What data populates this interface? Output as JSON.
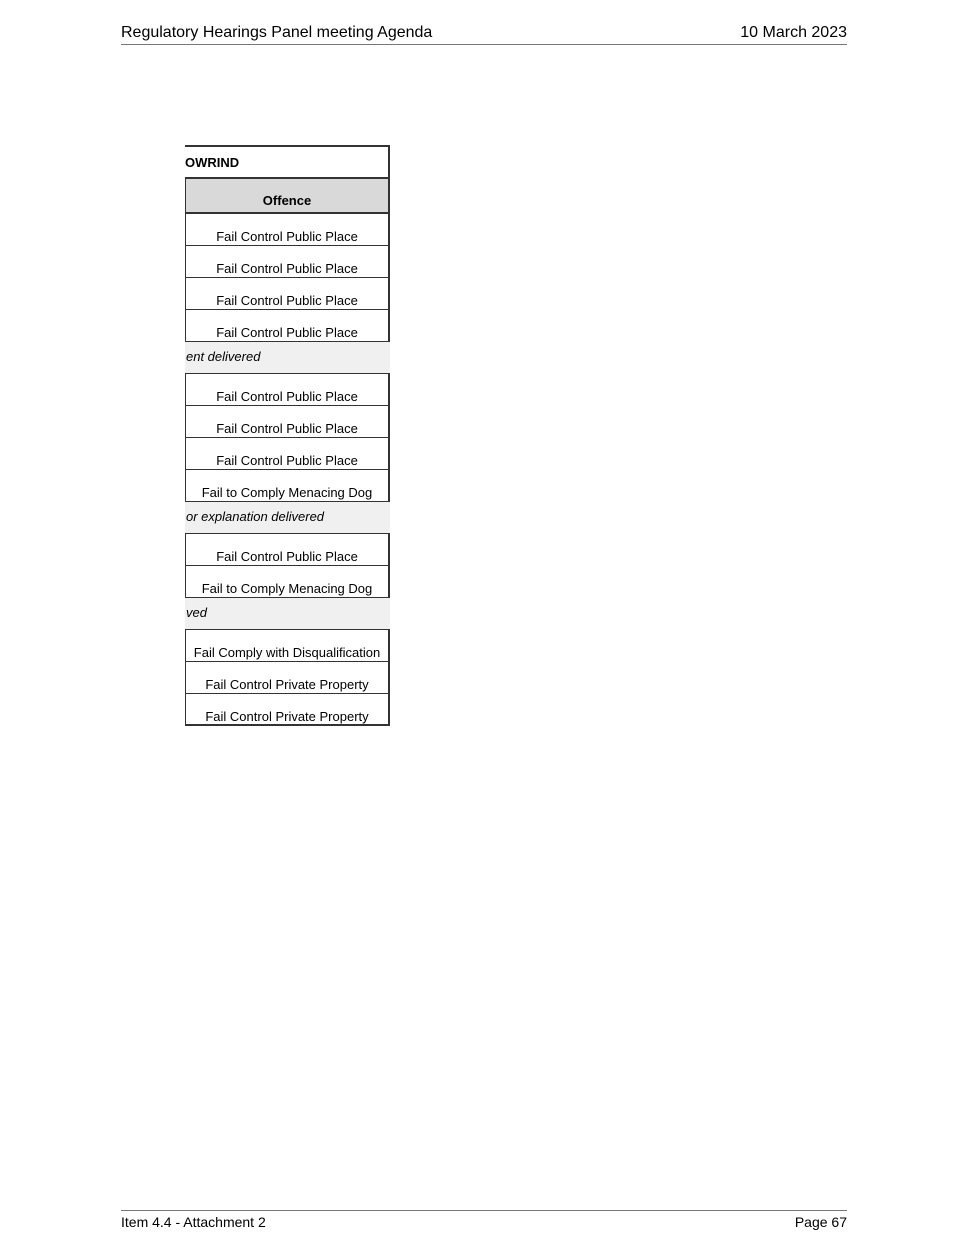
{
  "header": {
    "title": "Regulatory Hearings Panel meeting Agenda",
    "date": "10 March 2023"
  },
  "footer": {
    "item": "Item 4.4 - Attachment 2",
    "page": "Page 67"
  },
  "table": {
    "title": "OWRIND",
    "column_header": "Offence",
    "rows": [
      {
        "type": "data",
        "text": "Fail Control Public Place"
      },
      {
        "type": "data",
        "text": "Fail Control Public Place"
      },
      {
        "type": "data",
        "text": "Fail Control Public Place"
      },
      {
        "type": "data",
        "text": "Fail Control Public Place"
      },
      {
        "type": "group",
        "text": "ent delivered"
      },
      {
        "type": "data",
        "text": "Fail Control Public Place"
      },
      {
        "type": "data",
        "text": "Fail Control Public Place"
      },
      {
        "type": "data",
        "text": "Fail Control Public Place"
      },
      {
        "type": "data",
        "text": "Fail to Comply Menacing Dog"
      },
      {
        "type": "group",
        "text": "or explanation delivered"
      },
      {
        "type": "data",
        "text": "Fail Control Public Place"
      },
      {
        "type": "data",
        "text": "Fail to Comply Menacing Dog"
      },
      {
        "type": "group",
        "text": "ved"
      },
      {
        "type": "data",
        "text": "Fail Comply with Disqualification"
      },
      {
        "type": "data",
        "text": "Fail Control Private Property"
      },
      {
        "type": "data",
        "text": "Fail Control Private Property"
      }
    ]
  }
}
